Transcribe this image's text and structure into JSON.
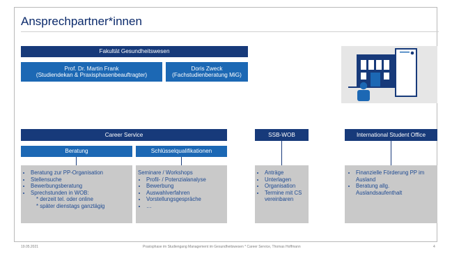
{
  "slide": {
    "title": "Ansprechpartner*innen",
    "footer": {
      "date": "19.05.2021",
      "text": "Praxisphase im Studiengang Management im Gesundheitswesen * Career Service, Thomas Hoffmann",
      "page": "4"
    }
  },
  "fakultaet": {
    "header": "Fakultät Gesundheitswesen",
    "person1": {
      "name": "Prof. Dr. Martin Frank",
      "role": "(Studiendekan & Praxisphasenbeauftragter)"
    },
    "person2": {
      "name": "Doris Zweck",
      "role": "(Fachstudienberatung MiG)"
    }
  },
  "career": {
    "header": "Career Service",
    "beratung": {
      "header": "Beratung",
      "items": [
        "Beratung zur PP-Organisation",
        "Stellensuche",
        "Bewerbungsberatung",
        "Sprechstunden in WOB:"
      ],
      "sub": [
        "* derzeit tel. oder online",
        "* später dienstags ganztägig"
      ]
    },
    "schluessel": {
      "header": "Schlüsselqualifikationen",
      "intro": "Seminare / Workshops",
      "items": [
        "Profil- / Potenzialanalyse",
        "Bewerbung",
        "Auswahlverfahren",
        "Vorstellungsgespräche",
        "…"
      ]
    }
  },
  "ssb": {
    "header": "SSB-WOB",
    "items": [
      "Anträge",
      "Unterlagen",
      "Organisation",
      "Termine mit CS vereinbaren"
    ]
  },
  "iso": {
    "header": "International Student Office",
    "items": [
      "Finanzielle Förderung PP im Ausland",
      "Beratung allg. Auslandsaufenthalt"
    ]
  },
  "colors": {
    "dark_blue": "#173a7a",
    "mid_blue": "#1c68b4",
    "grey_box": "#c9c9c9",
    "text_blue": "#1e4a92"
  },
  "icons": {
    "illustration": "office-building-person-icon"
  }
}
